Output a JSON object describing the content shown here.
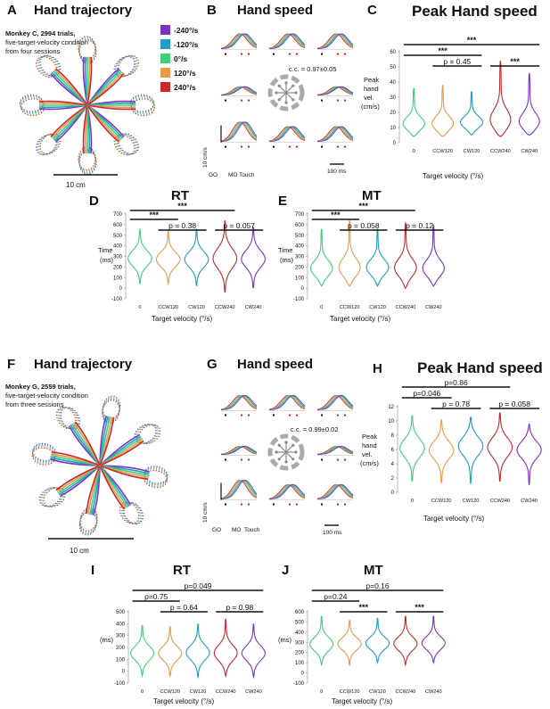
{
  "colors": {
    "-240": "#7b33c4",
    "-120": "#1e9fc2",
    "0": "#3ecf7a",
    "120": "#e69a4a",
    "240": "#c8282e"
  },
  "legend": {
    "entries": [
      {
        "label": "-240°/s",
        "color": "#7b33c4"
      },
      {
        "label": "-120°/s",
        "color": "#1e9fc2"
      },
      {
        "label": "0°/s",
        "color": "#3ecf7a"
      },
      {
        "label": "120°/s",
        "color": "#e69a4a"
      },
      {
        "label": "240°/s",
        "color": "#c8282e"
      }
    ]
  },
  "panels": {
    "A": {
      "letter": "A",
      "title": "Hand trajectory",
      "note_bold": "Monkey C, 2994 trials,",
      "note_1": "five-target-velocity condition",
      "note_2": "from four sessions",
      "scale": "10 cm"
    },
    "B": {
      "letter": "B",
      "title": "Hand speed",
      "cc": "c.c. = 0.97±0.05",
      "ylabel": "10 cm/s",
      "go": "GO",
      "mo": "MO",
      "touch": "Touch",
      "scale": "100 ms"
    },
    "C": {
      "letter": "C"
    },
    "D": {
      "letter": "D"
    },
    "E": {
      "letter": "E"
    },
    "F": {
      "letter": "F",
      "title": "Hand trajectory",
      "note_bold": "Monkey G, 2559 trials,",
      "note_1": "five-target-velocity condition",
      "note_2": "from three sessions",
      "scale": "10 cm"
    },
    "G": {
      "letter": "G",
      "title": "Hand speed",
      "cc": "c.c. = 0.99±0.02",
      "ylabel": "10 cm/s",
      "go": "GO",
      "mo": "MO",
      "touch": "Touch",
      "scale": "100 ms"
    },
    "H": {
      "letter": "H"
    },
    "I": {
      "letter": "I"
    },
    "J": {
      "letter": "J"
    }
  },
  "chart_data": [
    {
      "id": "C",
      "type": "violin",
      "title": "Peak Hand speed",
      "xlabel": "Target velocity (°/s)",
      "ylabel": "Peak hand vel. (cm/s)",
      "ylim": [
        0,
        60
      ],
      "yticks": [
        0,
        10,
        20,
        30,
        40,
        50,
        60
      ],
      "categories": [
        "0",
        "CCW120",
        "CW120",
        "CCW240",
        "CW240"
      ],
      "series": [
        {
          "category": "0",
          "median": 12,
          "min": 4,
          "max": 36
        },
        {
          "category": "CCW120",
          "median": 12,
          "min": 4,
          "max": 38
        },
        {
          "category": "CW120",
          "median": 13,
          "min": 5,
          "max": 34
        },
        {
          "category": "CCW240",
          "median": 14,
          "min": 4,
          "max": 54
        },
        {
          "category": "CW240",
          "median": 13,
          "min": 5,
          "max": 46
        }
      ],
      "annotations": [
        {
          "from": 0,
          "to": 4,
          "label": "***"
        },
        {
          "from": 0,
          "to": 2,
          "label": "***"
        },
        {
          "from": 1,
          "to": 2,
          "label": "p = 0.45"
        },
        {
          "from": 3,
          "to": 4,
          "label": "***"
        }
      ]
    },
    {
      "id": "D",
      "type": "violin",
      "title": "RT",
      "xlabel": "Target velocity (°/s)",
      "ylabel": "Time (ms)",
      "ylim": [
        -100,
        700
      ],
      "yticks": [
        -100,
        0,
        100,
        200,
        300,
        400,
        500,
        600,
        700
      ],
      "categories": [
        "0",
        "CCW120",
        "CW120",
        "CCW240",
        "CW240"
      ],
      "series": [
        {
          "category": "0",
          "median": 280,
          "min": 40,
          "max": 560
        },
        {
          "category": "CCW120",
          "median": 270,
          "min": 40,
          "max": 540
        },
        {
          "category": "CW120",
          "median": 270,
          "min": 20,
          "max": 560
        },
        {
          "category": "CCW240",
          "median": 280,
          "min": -40,
          "max": 640
        },
        {
          "category": "CW240",
          "median": 275,
          "min": 0,
          "max": 580
        }
      ],
      "annotations": [
        {
          "from": 0,
          "to": 3,
          "label": "***"
        },
        {
          "from": 0,
          "to": 1,
          "label": "***"
        },
        {
          "from": 1,
          "to": 2,
          "label": "p = 0.38"
        },
        {
          "from": 3,
          "to": 4,
          "label": "p = 0.057"
        }
      ]
    },
    {
      "id": "E",
      "type": "violin",
      "title": "MT",
      "xlabel": "Target velocity (°/s)",
      "ylabel": "Time (ms)",
      "ylim": [
        -100,
        700
      ],
      "yticks": [
        -100,
        0,
        100,
        200,
        300,
        400,
        500,
        600,
        700
      ],
      "categories": [
        "0",
        "CCW120",
        "CW120",
        "CCW240",
        "CW240"
      ],
      "series": [
        {
          "category": "0",
          "median": 180,
          "min": 20,
          "max": 560
        },
        {
          "category": "CCW120",
          "median": 185,
          "min": 20,
          "max": 640
        },
        {
          "category": "CW120",
          "median": 190,
          "min": 20,
          "max": 560
        },
        {
          "category": "CCW240",
          "median": 185,
          "min": 0,
          "max": 620
        },
        {
          "category": "CW240",
          "median": 180,
          "min": 20,
          "max": 600
        }
      ],
      "annotations": [
        {
          "from": 0,
          "to": 3,
          "label": "***"
        },
        {
          "from": 0,
          "to": 1,
          "label": "***"
        },
        {
          "from": 1,
          "to": 2,
          "label": "p = 0.058"
        },
        {
          "from": 3,
          "to": 4,
          "label": "p = 0.12"
        }
      ]
    },
    {
      "id": "H",
      "type": "violin",
      "title": "Peak Hand speed",
      "xlabel": "Target velocity (°/s)",
      "ylabel": "Peak hand vel. (cm/s)",
      "ylim": [
        0,
        12
      ],
      "yticks": [
        0,
        2,
        4,
        6,
        8,
        10,
        12
      ],
      "categories": [
        "0",
        "CCW120",
        "CW120",
        "CCW240",
        "CW240"
      ],
      "series": [
        {
          "category": "0",
          "median": 6.2,
          "min": 1.5,
          "max": 10.8
        },
        {
          "category": "CCW120",
          "median": 5.9,
          "min": 1.3,
          "max": 10.2
        },
        {
          "category": "CW120",
          "median": 6.5,
          "min": 1.2,
          "max": 10.6
        },
        {
          "category": "CCW240",
          "median": 6.3,
          "min": 1.5,
          "max": 11.2
        },
        {
          "category": "CW240",
          "median": 6.0,
          "min": 1.0,
          "max": 9.6
        }
      ],
      "annotations": [
        {
          "from": 0,
          "to": 3,
          "label": "p=0.86"
        },
        {
          "from": 0,
          "to": 1,
          "label": "p=0.046"
        },
        {
          "from": 1,
          "to": 2,
          "label": "p = 0.78"
        },
        {
          "from": 3,
          "to": 4,
          "label": "p = 0.058"
        }
      ]
    },
    {
      "id": "I",
      "type": "violin",
      "title": "RT",
      "xlabel": "Target velocity (°/s)",
      "ylabel": "(ms)",
      "ylim": [
        -100,
        500
      ],
      "yticks": [
        -100,
        0,
        100,
        200,
        300,
        400,
        500
      ],
      "categories": [
        "0",
        "CCW120",
        "CW120",
        "CCW240",
        "CW240"
      ],
      "series": [
        {
          "category": "0",
          "median": 150,
          "min": -40,
          "max": 390
        },
        {
          "category": "CCW120",
          "median": 150,
          "min": -40,
          "max": 380
        },
        {
          "category": "CW120",
          "median": 155,
          "min": -50,
          "max": 400
        },
        {
          "category": "CCW240",
          "median": 150,
          "min": -40,
          "max": 440
        },
        {
          "category": "CW240",
          "median": 150,
          "min": -50,
          "max": 400
        }
      ],
      "annotations": [
        {
          "from": 0,
          "to": 4,
          "label": "p=0.049"
        },
        {
          "from": 0,
          "to": 1,
          "label": "p=0.75"
        },
        {
          "from": 1,
          "to": 2,
          "label": "p = 0.64"
        },
        {
          "from": 3,
          "to": 4,
          "label": "p = 0.98"
        }
      ]
    },
    {
      "id": "J",
      "type": "violin",
      "title": "MT",
      "xlabel": "Target velocity (°/s)",
      "ylabel": "(ms)",
      "ylim": [
        -100,
        600
      ],
      "yticks": [
        -100,
        0,
        100,
        200,
        300,
        400,
        500,
        600
      ],
      "categories": [
        "0",
        "CCW120",
        "CW120",
        "CCW240",
        "CW240"
      ],
      "series": [
        {
          "category": "0",
          "median": 280,
          "min": 80,
          "max": 560
        },
        {
          "category": "CCW120",
          "median": 285,
          "min": 80,
          "max": 520
        },
        {
          "category": "CW120",
          "median": 290,
          "min": 100,
          "max": 540
        },
        {
          "category": "CCW240",
          "median": 285,
          "min": 80,
          "max": 560
        },
        {
          "category": "CW240",
          "median": 290,
          "min": 100,
          "max": 560
        }
      ],
      "annotations": [
        {
          "from": 0,
          "to": 4,
          "label": "p=0.16"
        },
        {
          "from": 0,
          "to": 1,
          "label": "p=0.24"
        },
        {
          "from": 1,
          "to": 2,
          "label": "***"
        },
        {
          "from": 3,
          "to": 4,
          "label": "***"
        }
      ]
    }
  ]
}
